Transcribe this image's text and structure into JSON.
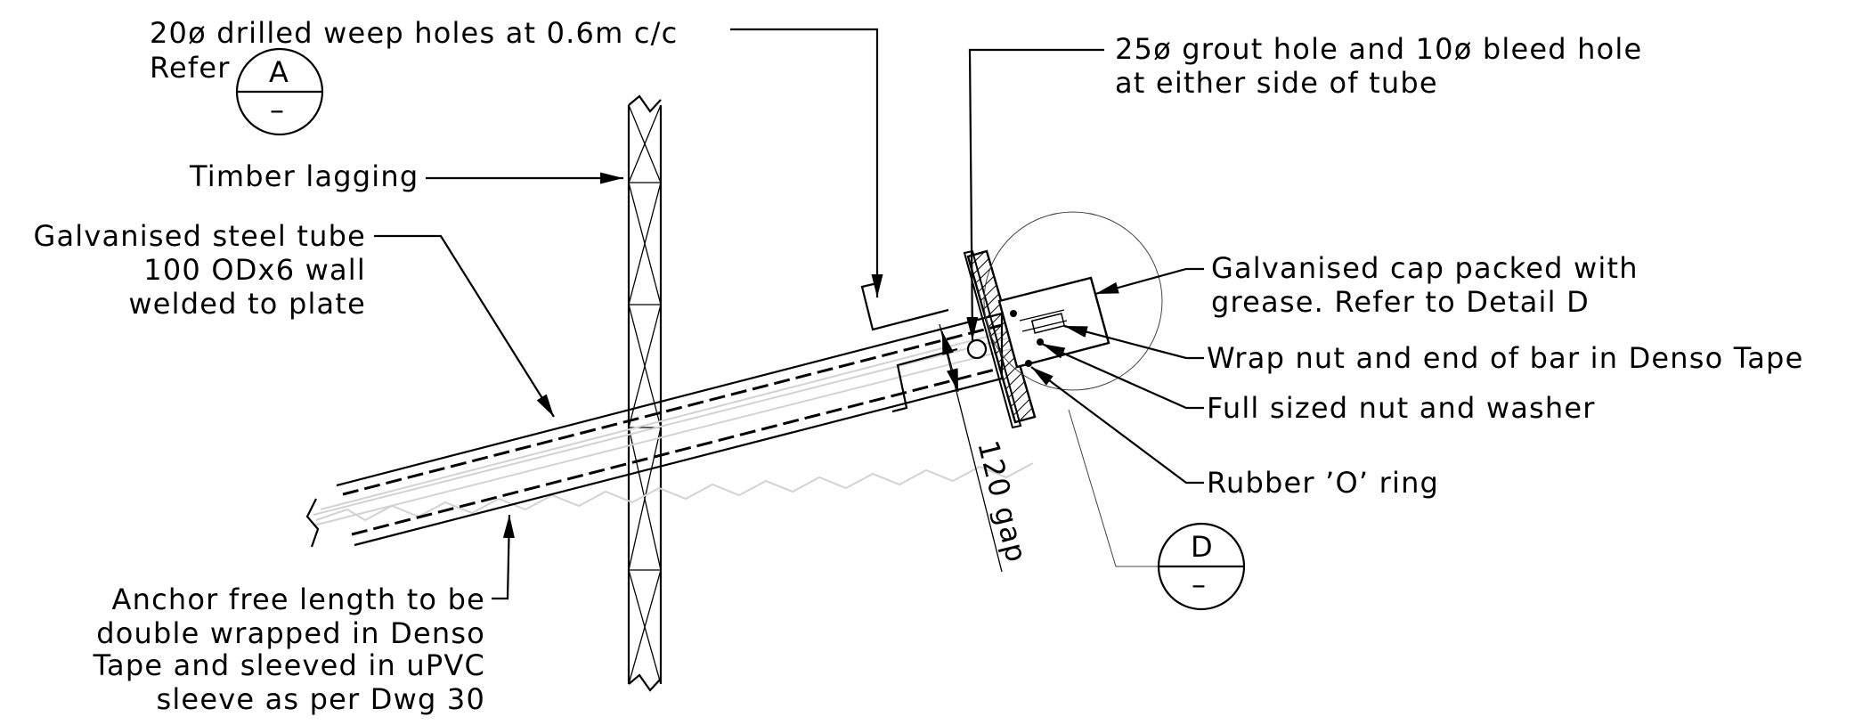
{
  "labels": {
    "weep_holes": "20ø drilled weep holes at 0.6m c/c",
    "refer": "Refer",
    "timber_lagging": "Timber lagging",
    "tube_line1": "Galvanised steel tube",
    "tube_line2": "100 ODx6 wall",
    "tube_line3": "welded to plate",
    "anchor_line1": "Anchor free length to be",
    "anchor_line2": "double wrapped in Denso",
    "anchor_line3": "Tape and sleeved in uPVC",
    "anchor_line4": "sleeve as per Dwg 30",
    "grout_line1": "25ø grout hole and 10ø bleed hole",
    "grout_line2": "at either side of tube",
    "cap_line1": "Galvanised cap packed with",
    "cap_line2": "grease. Refer to Detail D",
    "wrap_nut": "Wrap nut and end of bar in Denso Tape",
    "full_nut": "Full sized nut and washer",
    "o_ring": "Rubber ’O’ ring",
    "gap": "120 gap"
  },
  "callouts": {
    "detail_a": {
      "letter": "A",
      "sheet": "–"
    },
    "detail_d": {
      "letter": "D",
      "sheet": "–"
    }
  }
}
